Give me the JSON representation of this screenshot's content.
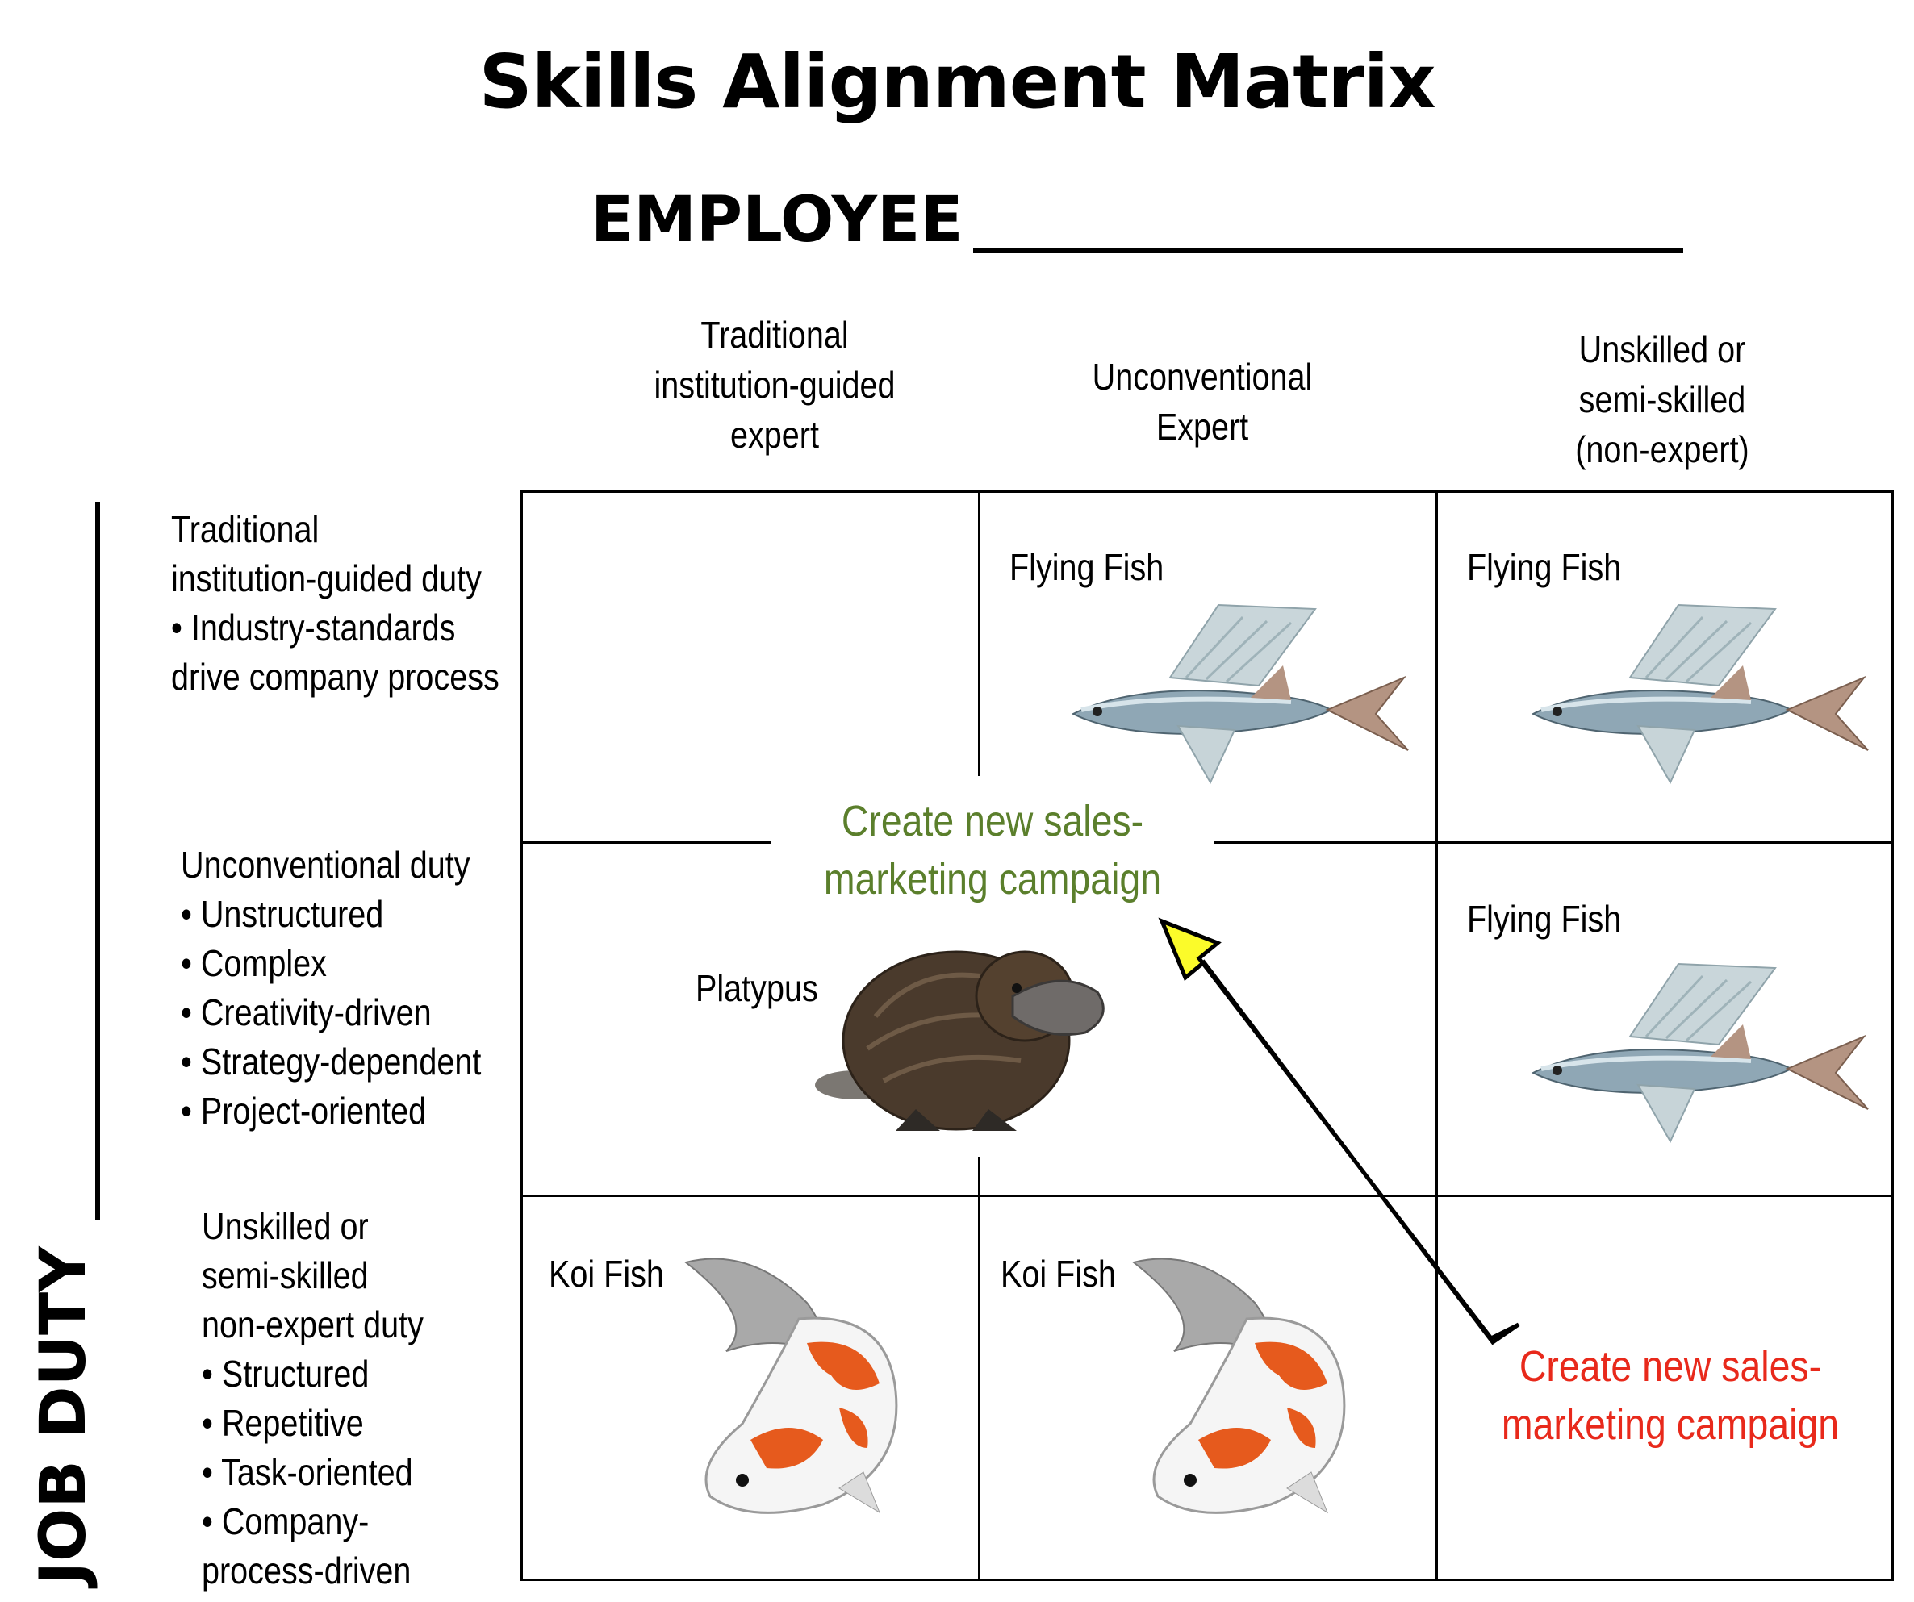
{
  "title": "Skills Alignment Matrix",
  "employee_label": "EMPLOYEE",
  "job_duty_label": "JOB DUTY",
  "columns": [
    {
      "lines": [
        "Traditional",
        "institution-guided",
        "expert"
      ]
    },
    {
      "lines": [
        "Unconventional",
        "Expert"
      ]
    },
    {
      "lines": [
        "Unskilled or",
        "semi-skilled",
        "(non-expert)"
      ]
    }
  ],
  "rows": [
    {
      "lines": [
        "Traditional",
        "institution-guided duty",
        "• Industry-standards",
        "drive company process"
      ]
    },
    {
      "lines": [
        "Unconventional duty",
        "• Unstructured",
        "• Complex",
        "• Creativity-driven",
        "• Strategy-dependent",
        "• Project-oriented"
      ]
    },
    {
      "lines": [
        "Unskilled or",
        "semi-skilled",
        "non-expert duty",
        "• Structured",
        "• Repetitive",
        "• Task-oriented",
        "• Company-",
        "process-driven"
      ]
    }
  ],
  "cells": {
    "r1c2": "Flying Fish",
    "r1c3": "Flying Fish",
    "r2c1": "Platypus",
    "r2c3": "Flying Fish",
    "r3c1": "Koi Fish",
    "r3c2": "Koi Fish"
  },
  "campaign_green": {
    "lines": [
      "Create new sales-",
      "marketing campaign"
    ]
  },
  "campaign_red": {
    "lines": [
      "Create new sales-",
      "marketing campaign"
    ]
  },
  "colors": {
    "green": "#5b7f2c",
    "red": "#e8291b",
    "arrow_fill": "#fbfb2a",
    "arrow_stroke": "#000000"
  },
  "icons": [
    "flying-fish-icon",
    "platypus-icon",
    "koi-fish-icon"
  ]
}
